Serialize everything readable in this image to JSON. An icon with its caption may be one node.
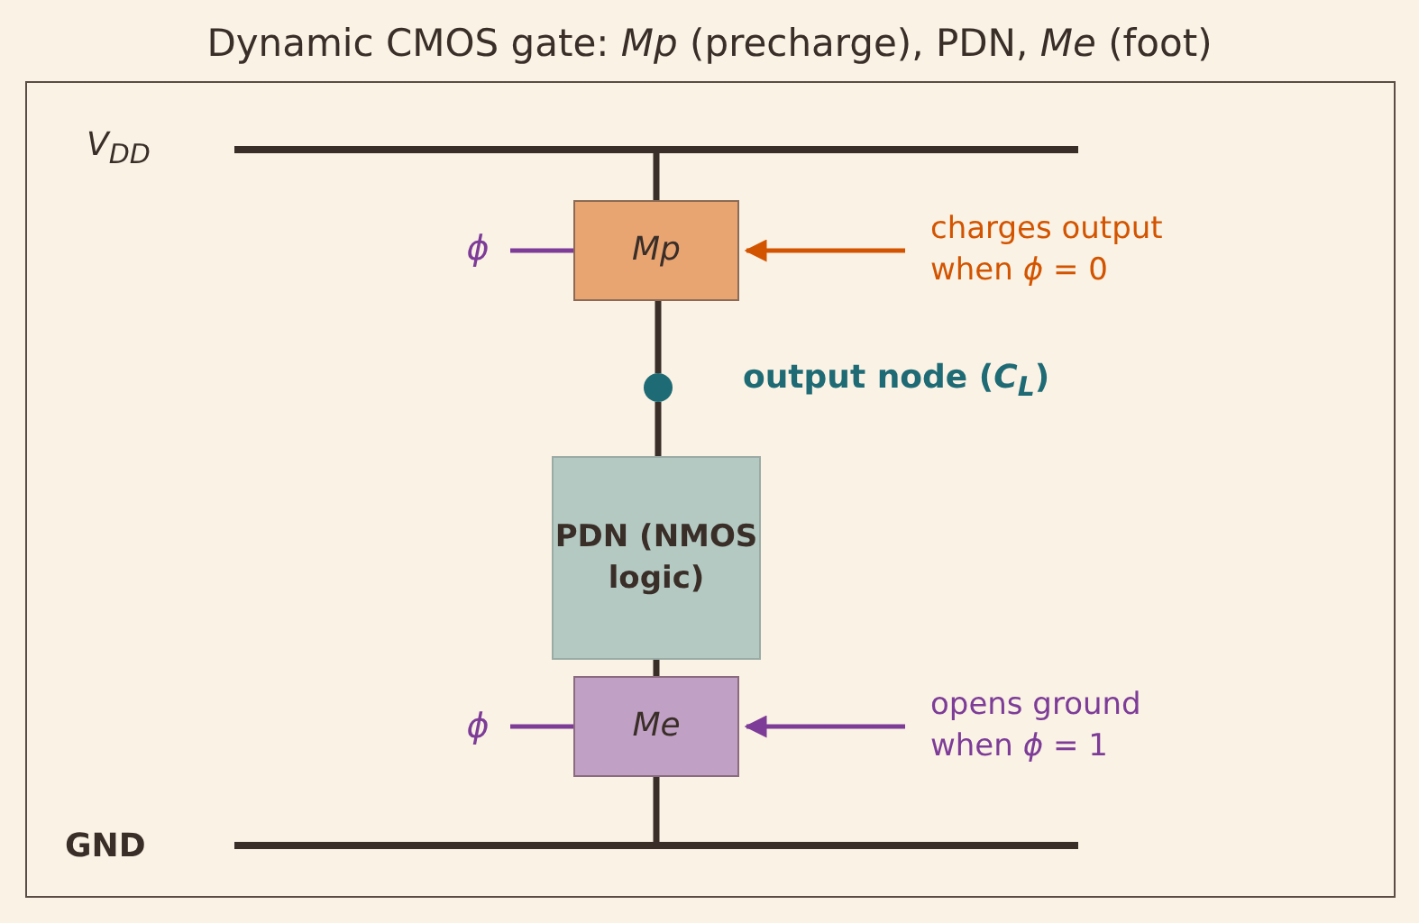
{
  "diagram": {
    "title": "Dynamic CMOS gate: *Mp* (precharge), PDN, *Me* (foot)",
    "nodes": [
      {
        "text": [],
        "shape": "bar",
        "beside": [
          "V$_{DD}$"
        ]
      },
      {
        "text": [
          "Mp"
        ]
      },
      {
        "text": [
          "ϕ"
        ]
      },
      {
        "text": [
          "charges output when *ϕ* = 0"
        ]
      },
      {
        "text": [],
        "shape": "circle",
        "beside": [
          "output node (*C*$_{L}$)"
        ]
      },
      {
        "text": [
          "PDN (NMOS logic)"
        ]
      },
      {
        "text": [
          "Me"
        ]
      },
      {
        "text": [
          "ϕ"
        ]
      },
      {
        "text": [
          "opens ground when *ϕ* = 1"
        ]
      },
      {
        "text": [],
        "shape": "bar",
        "beside": [
          "GND"
        ]
      }
    ],
    "edges": [
      {
        "from": 0,
        "to": 1,
        "arrow": "none"
      },
      {
        "from": 2,
        "to": 1,
        "arrow": "none",
        "color": "#7d3c98"
      },
      {
        "from": 3,
        "to": 1,
        "arrow": "to",
        "color": "#d35400"
      },
      {
        "from": 1,
        "to": 4,
        "arrow": "none"
      },
      {
        "from": 4,
        "to": 5,
        "arrow": "none"
      },
      {
        "from": 5,
        "to": 6,
        "arrow": "none"
      },
      {
        "from": 7,
        "to": 6,
        "arrow": "none",
        "color": "#7d3c98"
      },
      {
        "from": 8,
        "to": 6,
        "arrow": "to",
        "color": "#7d3c98"
      },
      {
        "from": 6,
        "to": 9,
        "arrow": "none"
      }
    ]
  }
}
